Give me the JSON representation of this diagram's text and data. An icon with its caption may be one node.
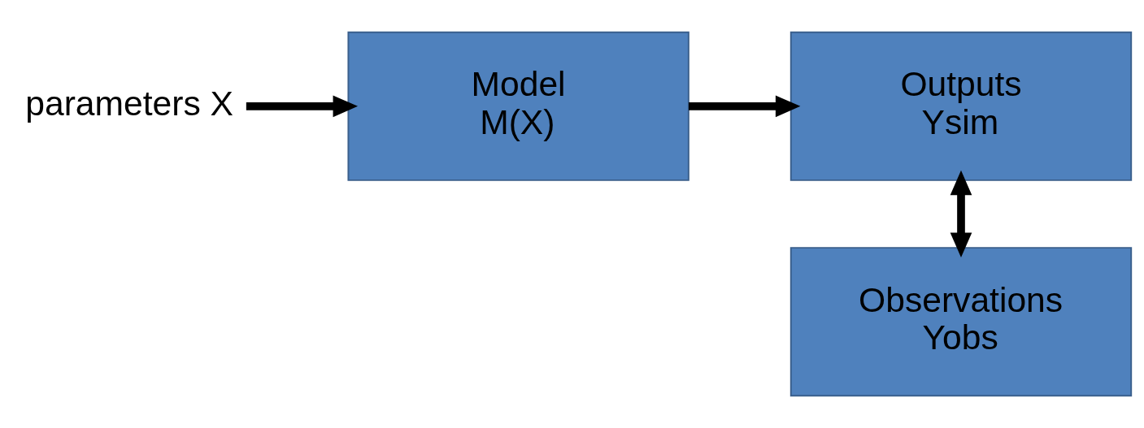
{
  "diagram": {
    "nodes": [
      {
        "text": [
          "parameters X"
        ]
      },
      {
        "text": [
          "Model",
          "M(X)"
        ]
      },
      {
        "text": [
          "Outputs",
          "Ysim"
        ]
      },
      {
        "text": [
          "Observations",
          "Yobs"
        ]
      }
    ],
    "edges": [
      {
        "from": 0,
        "to": 1,
        "arrow": "to"
      },
      {
        "from": 1,
        "to": 2,
        "arrow": "to"
      },
      {
        "from": 2,
        "to": 3,
        "arrow": "both"
      }
    ]
  }
}
